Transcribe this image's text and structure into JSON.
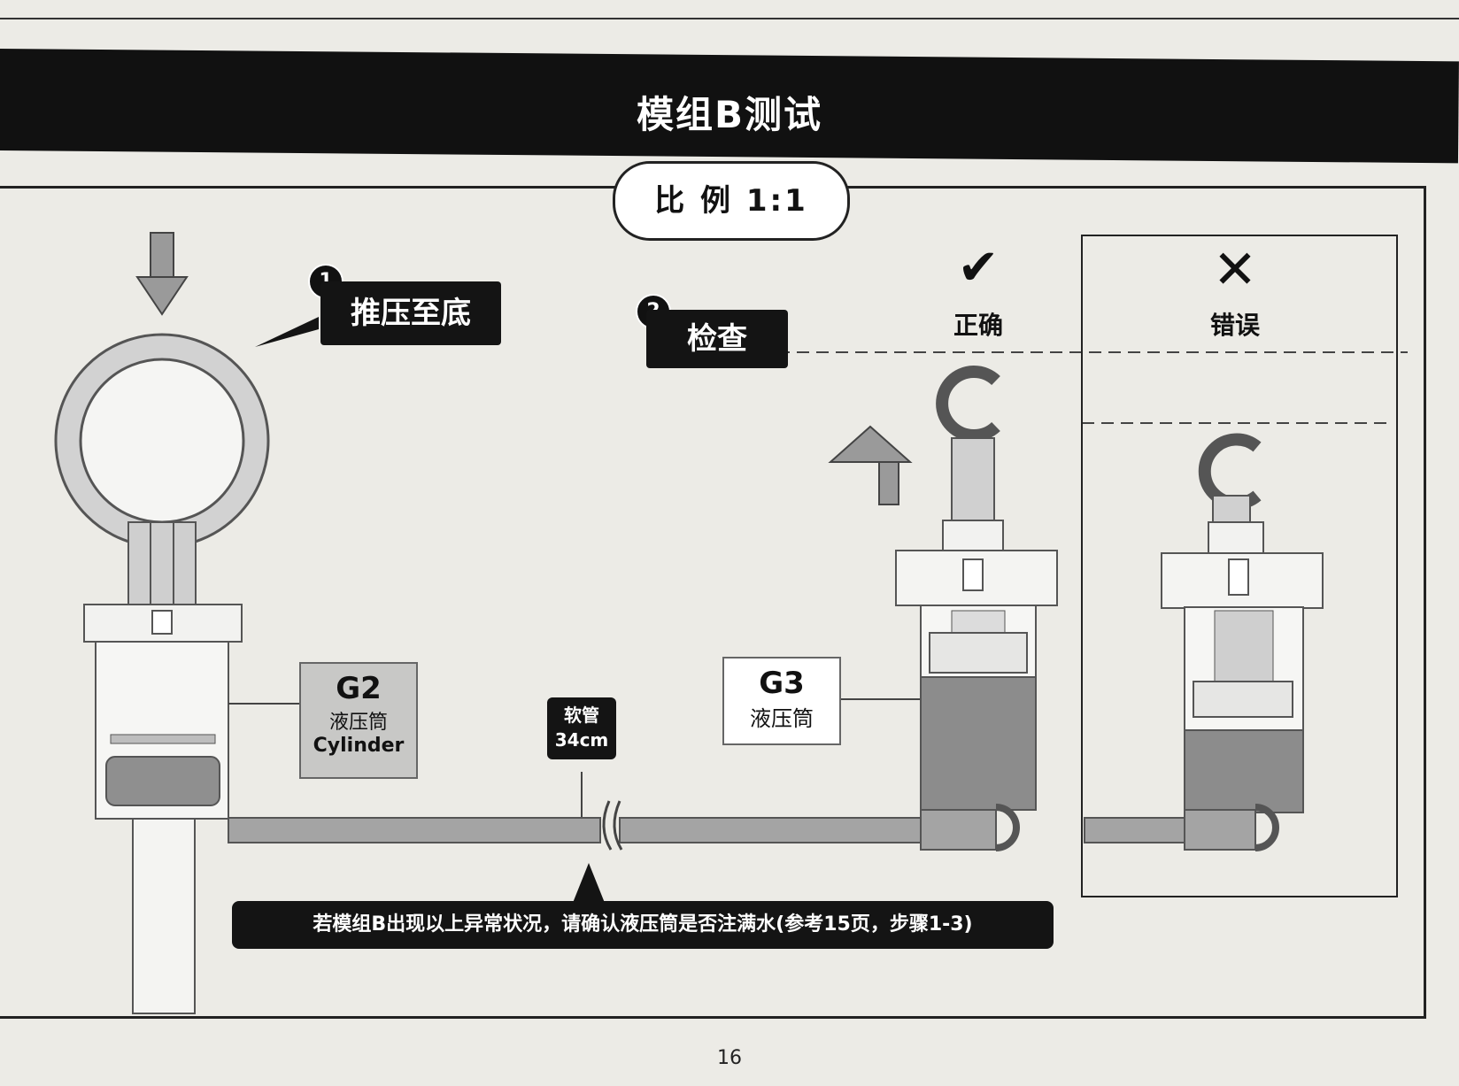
{
  "header": {
    "title": "模组B测试"
  },
  "scale": {
    "label": "比 例 1:1"
  },
  "steps": [
    {
      "number": "1",
      "label": "推压至底"
    },
    {
      "number": "2",
      "label": "检查"
    }
  ],
  "status": {
    "correct": {
      "symbol": "✔",
      "label": "正确"
    },
    "wrong": {
      "symbol": "✕",
      "label": "错误"
    }
  },
  "parts": {
    "g2": {
      "code": "G2",
      "name": "液压筒",
      "name_en": "Cylinder"
    },
    "g3": {
      "code": "G3",
      "name": "液压筒"
    },
    "hose": {
      "name": "软管",
      "length": "34cm"
    }
  },
  "note": {
    "text": "若模组B出现以上异常状况，请确认液压筒是否注满水(参考15页，步骤1-3)"
  },
  "footer": {
    "page_number": "16"
  },
  "colors": {
    "banner": "#111111",
    "part_fill": "#cfcfcf",
    "liquid": "#8a8a8a",
    "paper": "#ecebe6"
  }
}
